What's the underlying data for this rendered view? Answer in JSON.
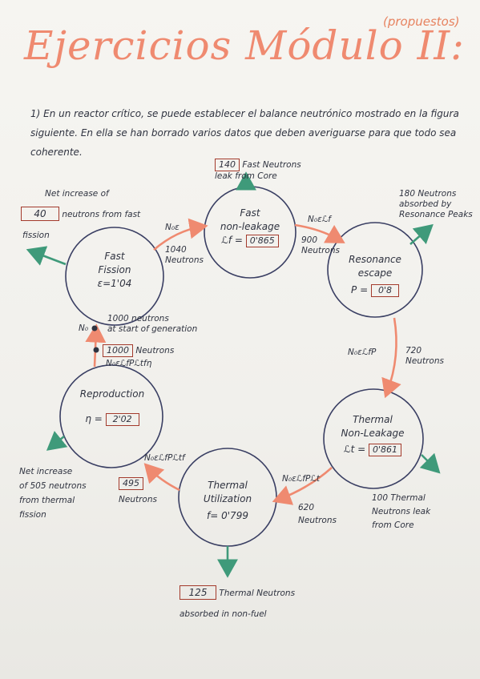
{
  "subtitle": "(propuestos)",
  "title": "Ejercicios Módulo II:",
  "intro": "1) En un reactor crítico, se puede establecer el balance neutrónico mostrado en la figura siguiente. En ella se han borrado varios datos que deben averiguarse para que todo sea coherente.",
  "nodes": {
    "fast_fission": {
      "line1": "Fast",
      "line2": "Fission",
      "param": "ε=1'04"
    },
    "fast_leak": {
      "line1": "Fast",
      "line2": "non-leakage",
      "param_sym": "ℒf =",
      "param_val": "0'865"
    },
    "resonance": {
      "line1": "Resonance",
      "line2": "escape",
      "param_sym": "P =",
      "param_val": "0'8"
    },
    "thermal_leak": {
      "line1": "Thermal",
      "line2": "Non-Leakage",
      "param_sym": "ℒt =",
      "param_val": "0'861"
    },
    "thermal_util": {
      "line1": "Thermal",
      "line2": "Utilization",
      "param": "f= 0'799"
    },
    "reproduction": {
      "line1": "Reproduction",
      "param_sym": "η =",
      "param_val": "2'02"
    }
  },
  "labels": {
    "top_box": "140",
    "top_text1": "Fast Neutrons",
    "top_text2": "leak from Core",
    "net_fast1": "Net increase of",
    "net_fast_box": "40",
    "net_fast2": "neutrons from fast",
    "net_fast3": "fission",
    "n0e": "N₀ε",
    "n1040_1": "1040",
    "n1040_2": "Neutrons",
    "n0elf": "N₀εℒf",
    "n900_1": "900",
    "n900_2": "Neutrons",
    "res180_1": "180 Neutrons",
    "res180_2": "absorbed by",
    "res180_3": "Resonance Peaks",
    "n0elfp": "N₀εℒfP",
    "n720_1": "720",
    "n720_2": "Neutrons",
    "th100_1": "100 Thermal",
    "th100_2": "Neutrons leak",
    "th100_3": "from Core",
    "n0elfplt": "N₀εℒfPℒt",
    "n620_1": "620",
    "n620_2": "Neutrons",
    "abs_box": "125",
    "abs_text1": "Thermal Neutrons",
    "abs_text2": "absorbed in non-fuel",
    "n0elfpltf": "N₀εℒfPℒtf",
    "n495_box": "495",
    "n495_text": "Neutrons",
    "net_th1": "Net increase",
    "net_th2": "of 505 neutrons",
    "net_th3": "from thermal",
    "net_th4": "fission",
    "gen_box": "1000",
    "gen_text": "Neutrons",
    "gen_formula": "N₀εℒfPℒtfη",
    "start1": "1000 neutrons",
    "start2": "at start of generation",
    "n0": "N₀"
  },
  "colors": {
    "title": "#ef8a70",
    "ink": "#2f3340",
    "box_border": "#a33a2c",
    "arrow_red": "#ef8a70",
    "arrow_green": "#3f9a7a"
  }
}
